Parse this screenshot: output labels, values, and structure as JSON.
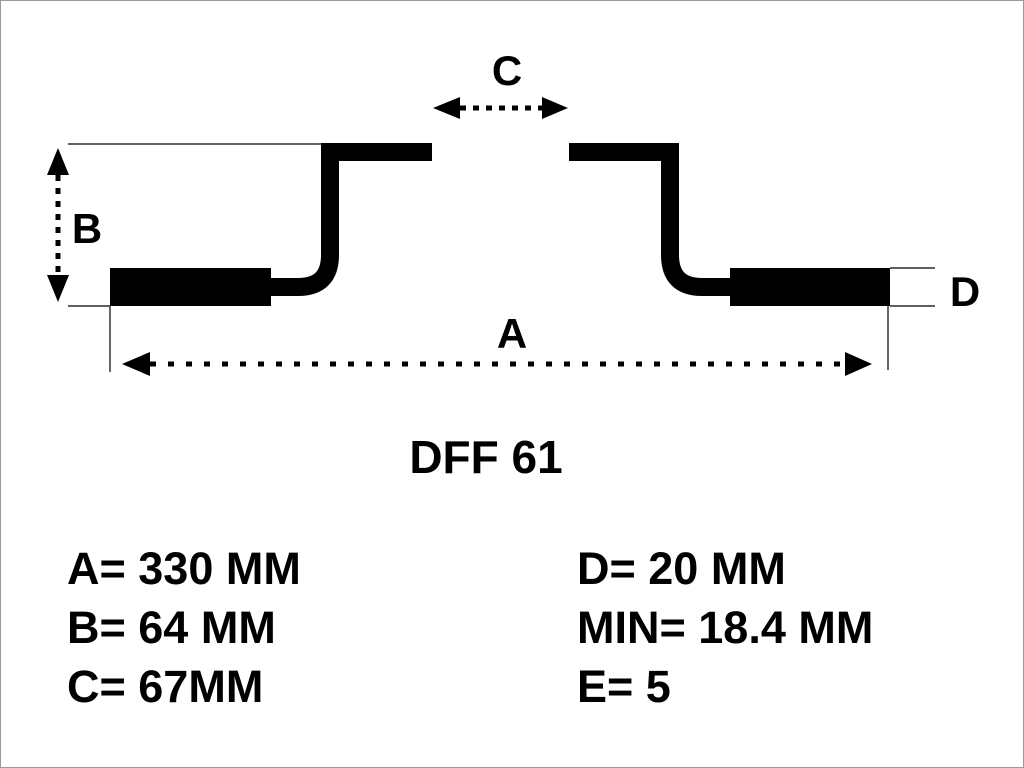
{
  "diagram": {
    "labels": {
      "a": "A",
      "b": "B",
      "c": "C",
      "d": "D"
    },
    "model": "DFF 61"
  },
  "specs": {
    "left": [
      "A= 330 MM",
      "B= 64 MM",
      "C= 67MM"
    ],
    "right": [
      "D= 20 MM",
      "MIN= 18.4 MM",
      "E= 5"
    ]
  }
}
